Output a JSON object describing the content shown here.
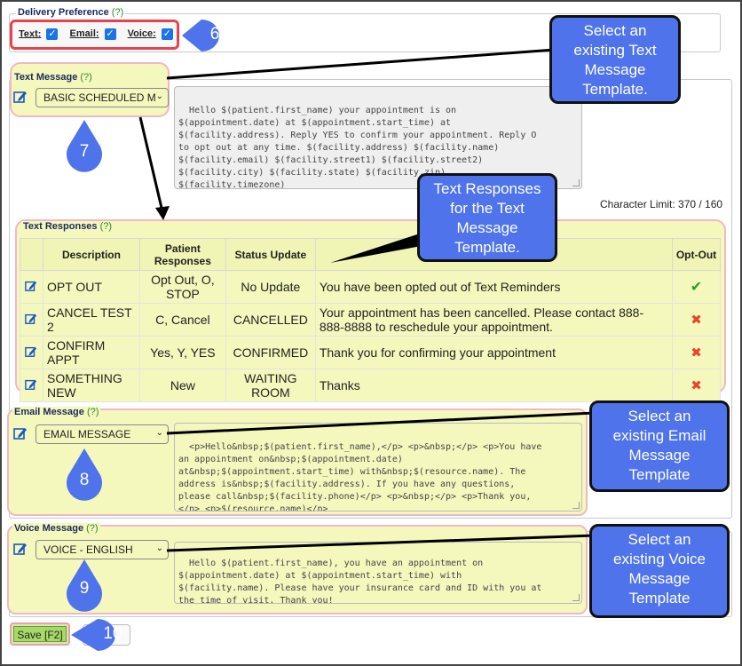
{
  "delivery": {
    "legend": "Delivery Preference",
    "help": "(?)",
    "text_label": "Text:",
    "email_label": "Email:",
    "voice_label": "Voice:",
    "checkmark": "✓"
  },
  "text_message": {
    "legend": "Text Message",
    "help": "(?)",
    "template": "BASIC SCHEDULED M",
    "body": "Hello $(patient.first_name) your appointment is on\n$(appointment.date) at $(appointment.start_time) at\n$(facility.address). Reply YES to confirm your appointment. Reply O\nto opt out at any time. $(facility.address) $(facility.name)\n$(facility.email) $(facility.street1) $(facility.street2)\n$(facility.city) $(facility.state) $(facility.zip)\n$(facility.timezone)",
    "char_limit": "Character Limit: 370 / 160"
  },
  "text_responses": {
    "legend": "Text Responses",
    "help": "(?)",
    "headers": [
      "",
      "Description",
      "Patient Responses",
      "Status Update",
      "",
      "Opt-Out"
    ],
    "rows": [
      {
        "description": "OPT OUT",
        "responses": "Opt Out, O, STOP",
        "status": "No Update",
        "message": "You have been opted out of Text Reminders",
        "optout": "✔"
      },
      {
        "description": "CANCEL TEST 2",
        "responses": "C, Cancel",
        "status": "CANCELLED",
        "message": "Your appointment has been cancelled. Please contact 888-888-8888 to reschedule your appointment.",
        "optout": "✖"
      },
      {
        "description": "CONFIRM APPT",
        "responses": "Yes, Y, YES",
        "status": "CONFIRMED",
        "message": "Thank you for confirming your appointment",
        "optout": "✖"
      },
      {
        "description": "SOMETHING NEW",
        "responses": "New",
        "status": "WAITING ROOM",
        "message": "Thanks",
        "optout": "✖"
      }
    ]
  },
  "email_message": {
    "legend": "Email Message",
    "help": "(?)",
    "template": "EMAIL MESSAGE",
    "body": "<p>Hello&nbsp;$(patient.first_name),</p> <p>&nbsp;</p> <p>You have\nan appointment on&nbsp;$(appointment.date)\nat&nbsp;$(appointment.start_time) with&nbsp;$(resource.name). The\naddress is&nbsp;$(facility.address). If you have any questions,\nplease call&nbsp;$(facility.phone)</p> <p>&nbsp;</p> <p>Thank you,\n</p> <p>$(resource.name)</p>"
  },
  "voice_message": {
    "legend": "Voice Message",
    "help": "(?)",
    "template": "VOICE - ENGLISH",
    "body": "Hello $(patient.first_name), you have an appointment on\n$(appointment.date) at $(appointment.start_time) with\n$(facility.name). Please have your insurance card and ID with you at\nthe time of visit. Thank you!"
  },
  "save_label": "Save [F2]",
  "callouts": {
    "text_template": "Select an existing Text Message Template.",
    "text_responses": "Text Responses for the Text Message Template.",
    "email_template": "Select an existing Email Message Template",
    "voice_template": "Select an existing Voice Message Template"
  },
  "steps": [
    "6",
    "7",
    "8",
    "9",
    "10"
  ],
  "colors": {
    "callout": "#4f73ea",
    "highlight": "#f4f8bd",
    "red_outline": "#e5434f"
  }
}
